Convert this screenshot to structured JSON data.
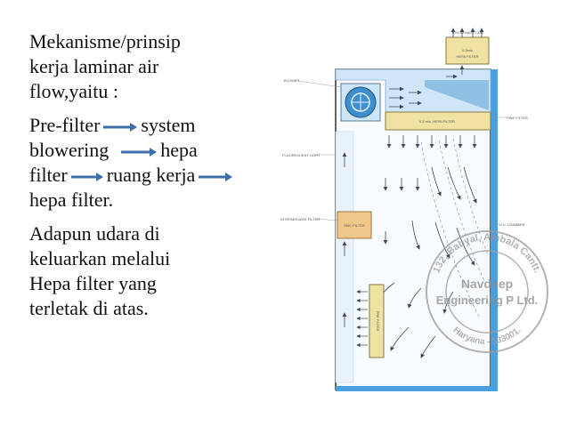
{
  "text": {
    "p1": [
      "Mekanisme/prinsip",
      "kerja laminar air",
      "flow,yaitu :"
    ],
    "p2": {
      "l1a": "Pre-filter",
      "l1b": "system",
      "l2a": "blowering",
      "l2b": "hepa",
      "l3a": "filter",
      "l3b": "ruang kerja",
      "l4": "hepa filter."
    },
    "p3": [
      "Adapun udara di",
      "keluarkan melalui",
      "Hepa filter yang",
      "terletak di atas."
    ]
  },
  "diagram": {
    "labels": {
      "exhaust": "10% EXHAUST AIR",
      "top_hepa_1": "0.3mic",
      "top_hepa_2": "HEPA FILTER",
      "blower": "BLOWER",
      "fine_filter": "FINE FILTER",
      "hepa_mid": "0.3 mic. HEPA FILTER",
      "fluorescent": "FLUORESCENT LIGHT",
      "intermediate": "INTERMEDIATE FILTER",
      "smc": "SMC FILTER",
      "uv": "U.V. CHAMBER",
      "prefilter": "PRE FILTER"
    },
    "stamp": {
      "line1": "Navdeep",
      "line2": "Engineering P Ltd.",
      "ring_top": "132, Babyal, Ambala Cantt.",
      "ring_bottom": "Haryana - 133001."
    }
  },
  "colors": {
    "arrow": "#3f6fa8",
    "cabinet_blue": "#4a9fe0",
    "stamp": "#9a9a9a"
  }
}
